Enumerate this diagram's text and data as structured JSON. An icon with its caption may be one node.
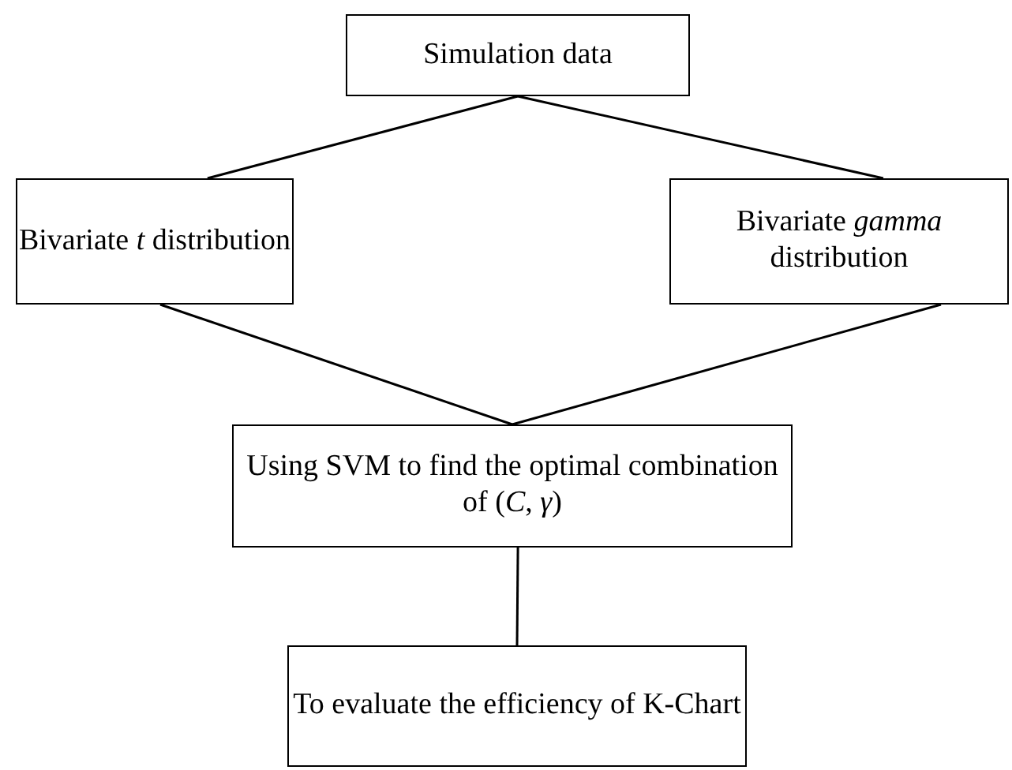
{
  "diagram": {
    "nodes": [
      {
        "text": [
          "Simulation data"
        ]
      },
      {
        "text": [
          "Bivariate *t* distribution"
        ]
      },
      {
        "text": [
          "Bivariate *gamma* distribution"
        ]
      },
      {
        "text": [
          "Using SVM to find the optimal combination of (*C*, *γ*)"
        ]
      },
      {
        "text": [
          "To evaluate the efficiency of K-Chart"
        ]
      }
    ],
    "edges": [
      {
        "from": 0,
        "to": 1,
        "arrow": "none"
      },
      {
        "from": 0,
        "to": 2,
        "arrow": "none"
      },
      {
        "from": 1,
        "to": 3,
        "arrow": "none"
      },
      {
        "from": 2,
        "to": 3,
        "arrow": "none"
      },
      {
        "from": 3,
        "to": 4,
        "arrow": "none"
      }
    ]
  }
}
